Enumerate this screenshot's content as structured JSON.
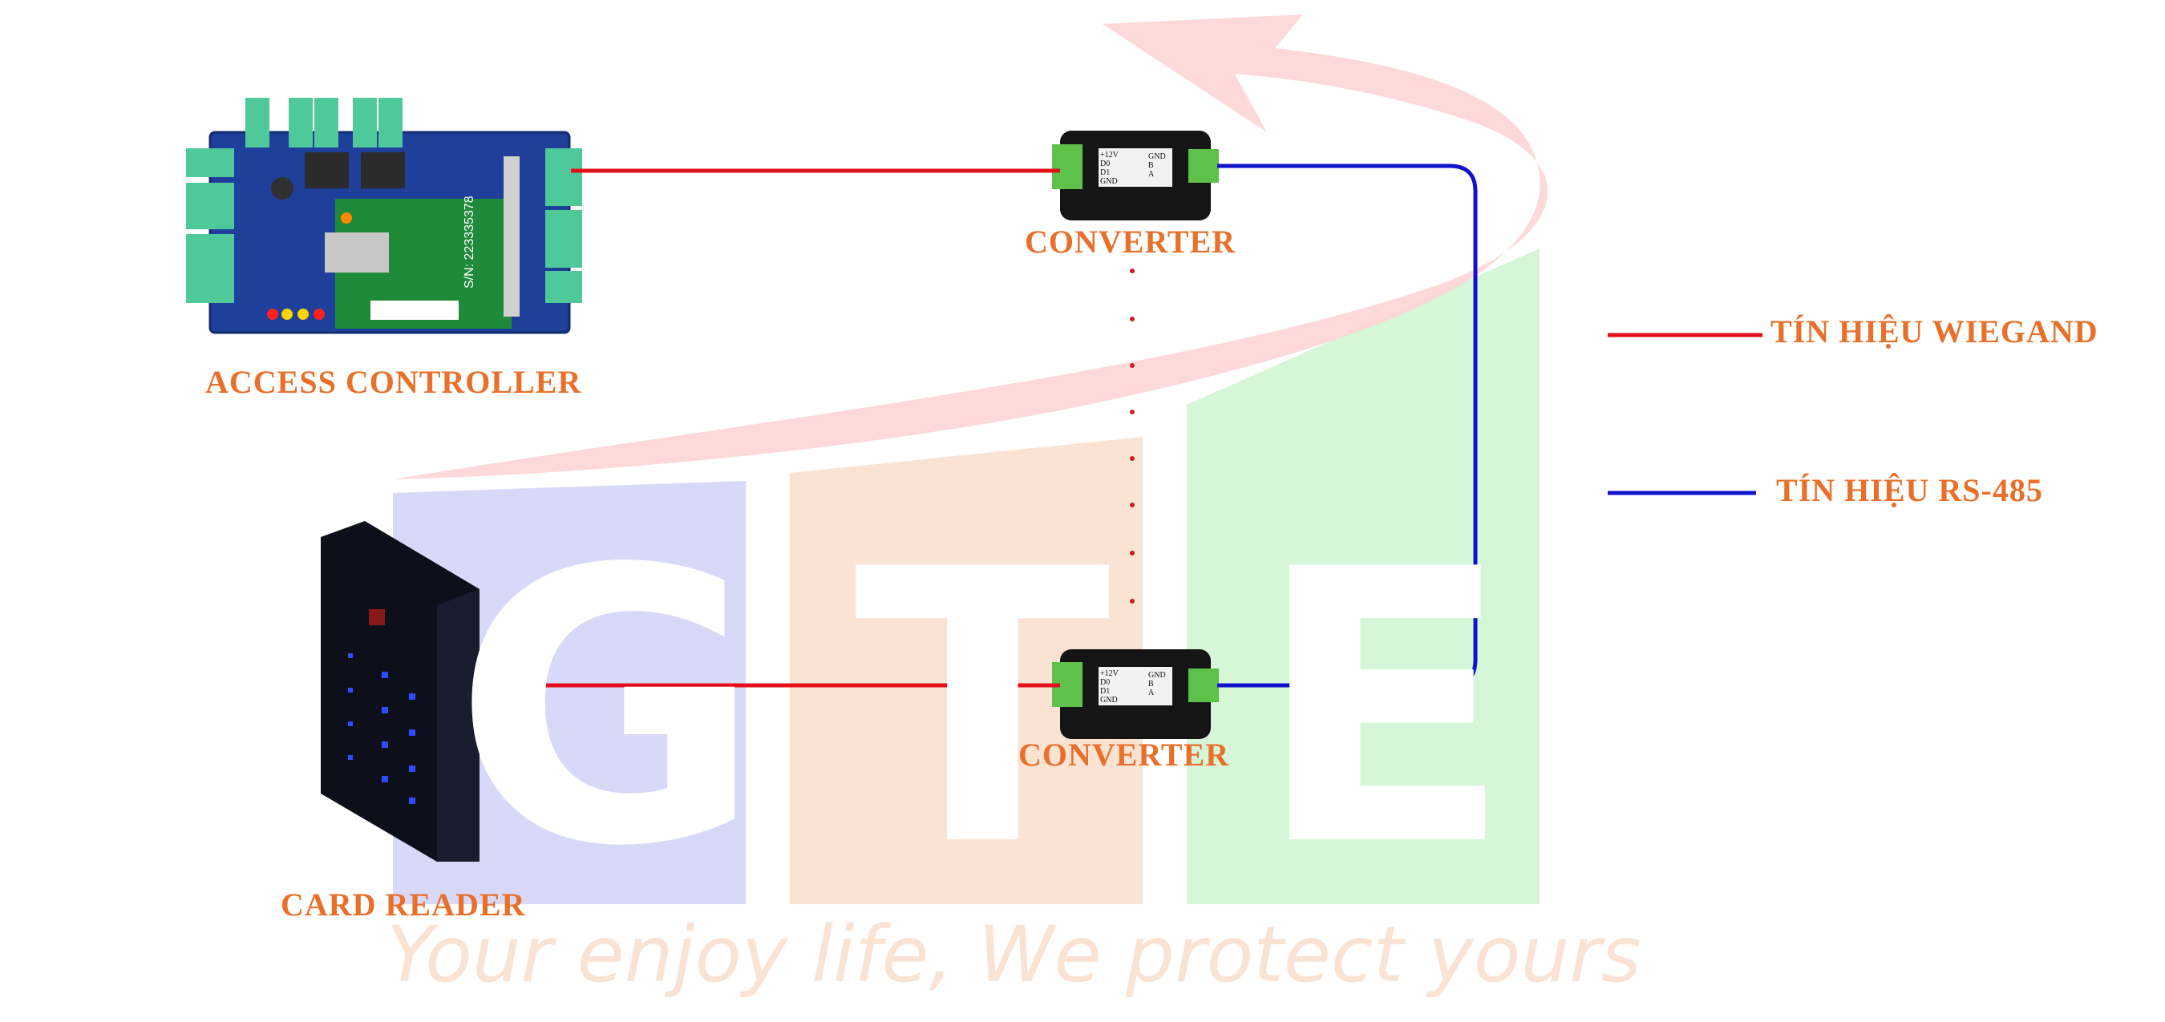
{
  "labels": {
    "access_controller": "ACCESS CONTROLLER",
    "converter_top": "CONVERTER",
    "converter_bottom": "CONVERTER",
    "card_reader": "CARD READER"
  },
  "legend": {
    "wiegand": "TÍN HIỆU WIEGAND",
    "rs485": "TÍN HIỆU RS-485"
  },
  "watermark": {
    "letters": [
      "G",
      "T",
      "E"
    ],
    "slogan": "Your enjoy life, We protect yours"
  },
  "converter_terminals": {
    "left": [
      "+12V",
      "D0",
      "D1",
      "GND"
    ],
    "right": [
      "GND",
      "B",
      "A"
    ]
  },
  "serial_number": "S/N: 223335378",
  "colors": {
    "wiegand": "#e3101b",
    "rs485": "#1212cc",
    "label": "#e8702a",
    "watermark_blue": "#d8d8f8",
    "watermark_orange": "#fbe3d4",
    "watermark_green": "#d6f6d8",
    "arrow": "#fdd5d5"
  }
}
